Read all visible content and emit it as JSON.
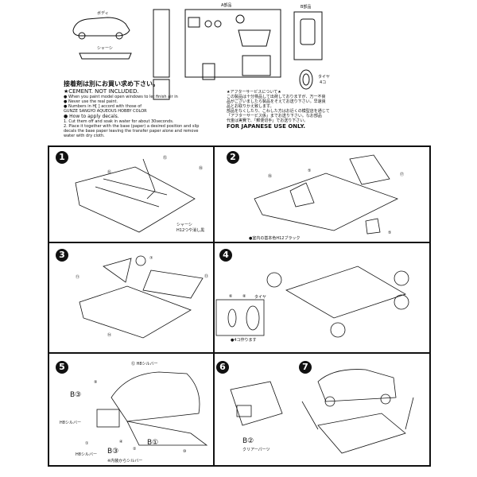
{
  "header": {
    "body_label": "ボディ",
    "chassis_label": "シャーシ",
    "parts_a": "A部品",
    "parts_b": "B部品",
    "tire_label": "タイヤ",
    "tire_count": "4コ"
  },
  "notes": {
    "cement_jp": "接着剤は別にお買い求め下さい。",
    "cement_en": "★CEMENT. NOT INCLUDED.",
    "lines": [
      "● When you paint model open windows to let finish air in",
      "● Never use the real paint.",
      "● Numbers in H[ ] accord with those of",
      "GUNZE SANGYO AQUEOUS HOBBY COLOR"
    ],
    "decals_title": "● How to apply decals.",
    "decals_steps": [
      "1. Cut them off and soak in water for about 30seconds.",
      "2. Place it together with the base (paper) a desired position and slip decals the base paper leaving the transfer paper alone and remove water with dry cloth."
    ]
  },
  "after_service": {
    "title": "★アフターサービスについて★",
    "lines": [
      "この製品は十分検品して出荷しておりますが、万一不良",
      "品がございましたら製品をそえてお送り下さい。早速良",
      "品とお取りかえ致します。",
      "部品をなくしたり、こわした方はお近くの模型店を通じて",
      "「アフターサービス係」までお送り下さい。なお部品",
      "代金は実費で、「郵便切手」でお送り下さい。"
    ],
    "japanese_only": "FOR JAPANESE USE ONLY."
  },
  "steps": [
    {
      "n": "1",
      "labels": [
        "⑯",
        "⑮",
        "⑱",
        "シャーシ",
        "H12つや消し黒"
      ]
    },
    {
      "n": "2",
      "labels": [
        "⑱",
        "⑤",
        "⑰",
        "⑤",
        "●室内の基本色H12ブラック"
      ]
    },
    {
      "n": "3",
      "labels": [
        "⑪",
        "⑦",
        "⑬",
        "⑭"
      ]
    },
    {
      "n": "4",
      "labels": [
        "⑥",
        "⑧",
        "タイヤ",
        "●4コ作ります"
      ]
    },
    {
      "n": "5",
      "labels": [
        "⑫ H8シルバー",
        "B③",
        "⑨",
        "H8シルバー",
        "①",
        "H8シルバー",
        "B③",
        "※内装からシルバー",
        "④",
        "②",
        "B①",
        "⑩"
      ]
    },
    {
      "n": "6",
      "labels": [
        "B②",
        "クリアーパーツ"
      ]
    },
    {
      "n": "7",
      "labels": []
    }
  ]
}
